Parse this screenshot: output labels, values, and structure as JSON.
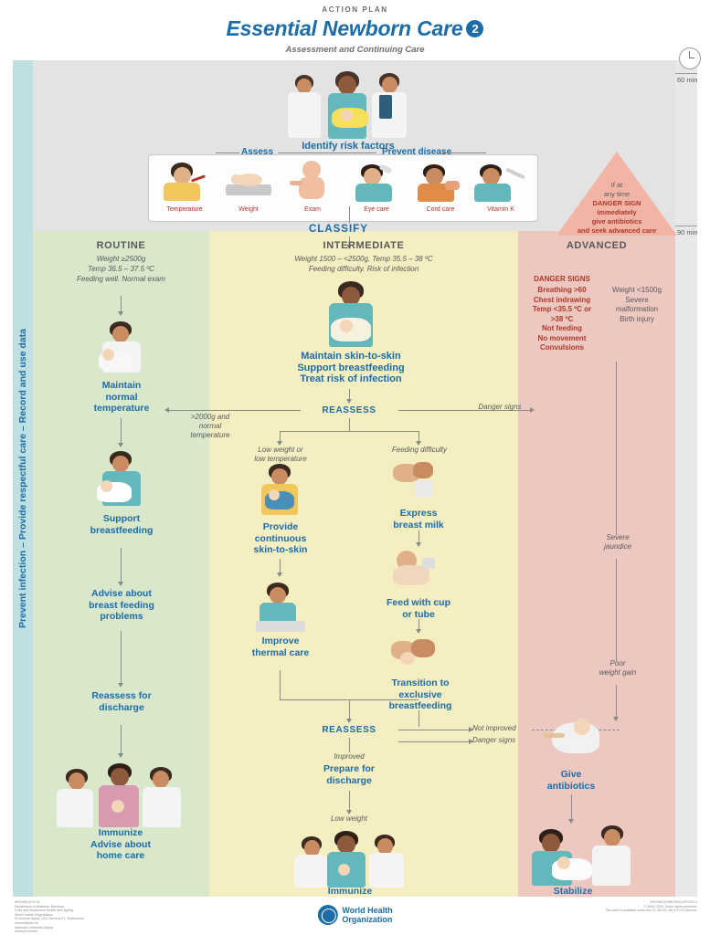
{
  "header": {
    "action_plan": "ACTION PLAN",
    "title": "Essential Newborn Care",
    "badge": "2",
    "subtitle": "Assessment and Continuing Care"
  },
  "spine": {
    "label": "Prevent infection  –  Provide respectful care  –  Record and use data"
  },
  "time_rail": {
    "marks": [
      "60 min",
      "90 min"
    ]
  },
  "top": {
    "identify": "Identify risk factors",
    "assess_heading": "Assess",
    "prevent_heading": "Prevent disease",
    "icons": [
      {
        "name": "temperature-icon",
        "caption": "Temperature"
      },
      {
        "name": "weight-icon",
        "caption": "Weight"
      },
      {
        "name": "exam-icon",
        "caption": "Exam"
      },
      {
        "name": "eye-care-icon",
        "caption": "Eye care"
      },
      {
        "name": "cord-care-icon",
        "caption": "Cord care"
      },
      {
        "name": "vitamin-k-icon",
        "caption": "Vitamin K"
      }
    ],
    "classify": "CLASSIFY",
    "warning_triangle": {
      "line1": "If at",
      "line2": "any time",
      "line3": "DANGER SIGN",
      "line4": "immediately",
      "line5": "give antibiotics",
      "line6": "and seek advanced care"
    }
  },
  "columns": {
    "routine": {
      "heading": "ROUTINE",
      "criteria": "Weight ≥2500g\nTemp 36.5 – 37.5 ºC\nFeeding well. Normal exam",
      "steps": [
        "Maintain\nnormal\ntemperature",
        "Support\nbreastfeeding",
        "Advise about\nbreast feeding\nproblems",
        "Reassess for\ndischarge",
        "Immunize\nAdvise about\nhome care"
      ]
    },
    "intermediate": {
      "heading": "INTERMEDIATE",
      "criteria": "Weight 1500 – <2500g, Temp 35.5 – 38 ºC\nFeeding difficulty. Risk of infection",
      "main_step": "Maintain skin-to-skin\nSupport breastfeeding\nTreat risk of  infection",
      "reassess_1": "REASSESS",
      "reassess_1_left_label": ">2000g and\nnormal\ntemperature",
      "reassess_1_right_label": "Danger signs",
      "branch_left_label": "Low weight or\nlow temperature",
      "branch_right_label": "Feeding difficulty",
      "left_steps": [
        "Provide\ncontinuous\nskin-to-skin",
        "Improve\nthermal care"
      ],
      "right_steps": [
        "Express\nbreast milk",
        "Feed with cup\nor tube",
        "Transition to\nexclusive\nbreastfeeding"
      ],
      "reassess_2": "REASSESS",
      "reassess_2_right_labels": [
        "Not improved",
        "Danger signs"
      ],
      "improved_label": "Improved",
      "discharge_step": "Prepare for\ndischarge",
      "low_weight_label": "Low weight",
      "final_step": "Immunize\nAdvise about home care\nand community support"
    },
    "advanced": {
      "heading": "ADVANCED",
      "danger_signs_title": "DANGER SIGNS",
      "danger_signs": [
        "Breathing >60",
        "Chest indrawing",
        "Temp <35.5 ºC or",
        ">38 ºC",
        "Not feeding",
        "No movement",
        "Convulsions"
      ],
      "other_criteria": [
        "Weight <1500g",
        "Severe",
        "malformation",
        "Birth injury"
      ],
      "jaundice_label": "Severe\njaundice",
      "weight_gain_label": "Poor\nweight gain",
      "antibiotics_step": "Give\nantibiotics",
      "final_step": "Stabilize\nfor referral as\nneeded"
    }
  },
  "footer": {
    "left_text": "WHO/MCA/22.01\nDepartment of Maternal, Newborn,\nChild and Adolescent Health and Ageing\nWorld Health Organization\n20 Avenue Appia, 1211 Geneva 27, Switzerland\nmncah@who.int\nwww.who.int/health-topics/\nnewborn-health",
    "who_line1": "World Health",
    "who_line2": "Organization",
    "right_text": "WHO/MCA/NBC/ENCAP/2022.2\n© WHO 2024. Some rights reserved.\nThis work is available under the CC BY-NC-SA 3.0 IGO licence."
  },
  "colors": {
    "blue": "#1b6ca8",
    "red": "#b0372a",
    "routine_bg": "#d9e7cb",
    "intermediate_bg": "#f4eec0",
    "advanced_bg": "#edc8c0",
    "grey_bg": "#e3e3e3",
    "spine_bg": "#bfdfe0"
  }
}
